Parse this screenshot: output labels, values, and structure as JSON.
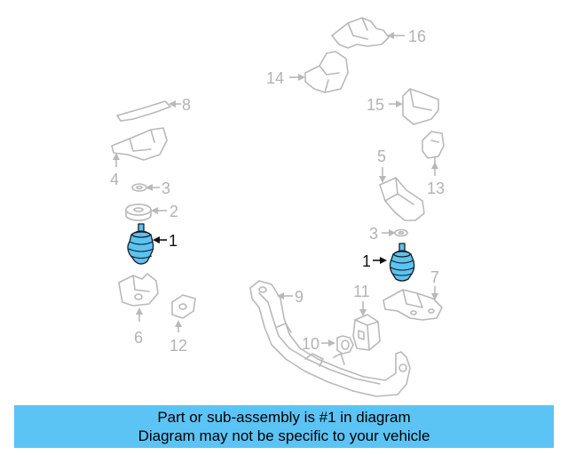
{
  "callouts": {
    "c16": "16",
    "c14": "14",
    "c8": "8",
    "c15": "15",
    "c4": "4",
    "c3_left": "3",
    "c13": "13",
    "c5": "5",
    "c2": "2",
    "c1_left": "1",
    "c3_right": "3",
    "c1_right": "1",
    "c7": "7",
    "c9": "9",
    "c11": "11",
    "c6": "6",
    "c12": "12",
    "c10": "10"
  },
  "banner": {
    "line1": "Part or sub-assembly is #1 in diagram",
    "line2": "Diagram may not be specific to your vehicle"
  },
  "colors": {
    "highlight": "#5bc4f5",
    "part_outline": "#b9b9b9",
    "callout_gray": "#b3b3b3",
    "banner_bg": "#5bc4f5"
  }
}
